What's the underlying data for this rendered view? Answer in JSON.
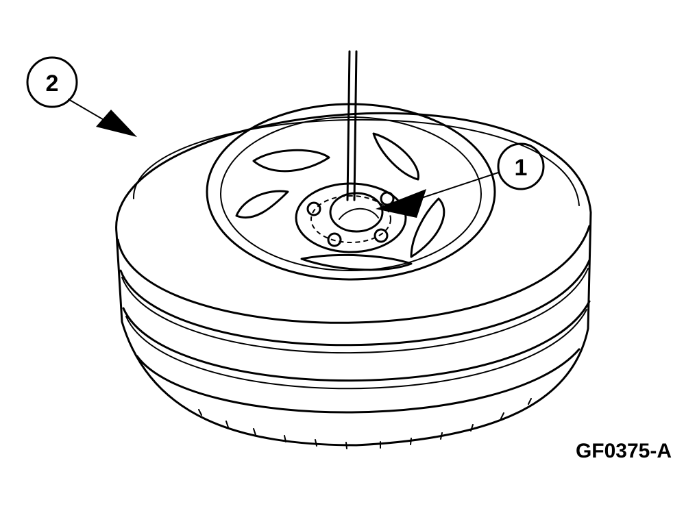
{
  "callouts": [
    {
      "id": "1",
      "label": "1"
    },
    {
      "id": "2",
      "label": "2"
    }
  ],
  "figure_id": "GF0375-A"
}
